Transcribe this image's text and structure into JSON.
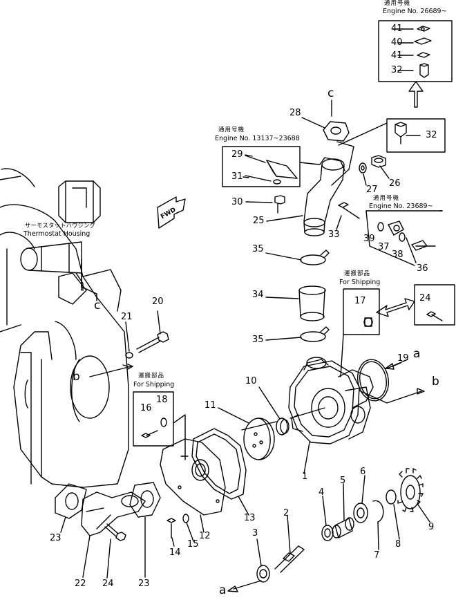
{
  "applicability": {
    "label_jp": "通用号機",
    "top_engine": "Engine No. 26689~",
    "mid_engine": "Engine No. 13137~23688",
    "right_engine": "Engine No. 23689~"
  },
  "shipping": {
    "label_jp": "運搬部品",
    "label_en": "For Shipping"
  },
  "thermostat": {
    "label_jp": "サーモスタットハウジング",
    "label_en": "Thermostat Housing"
  },
  "fwd_label": "FWD",
  "refs": {
    "a": "a",
    "b": "b",
    "c": "c"
  },
  "parts": [
    "1",
    "2",
    "3",
    "4",
    "5",
    "6",
    "7",
    "8",
    "9",
    "10",
    "11",
    "12",
    "13",
    "14",
    "15",
    "16",
    "17",
    "18",
    "19",
    "20",
    "21",
    "22",
    "23",
    "24",
    "25",
    "26",
    "27",
    "28",
    "29",
    "30",
    "31",
    "32",
    "33",
    "34",
    "35",
    "36",
    "37",
    "38",
    "39",
    "40",
    "41"
  ]
}
